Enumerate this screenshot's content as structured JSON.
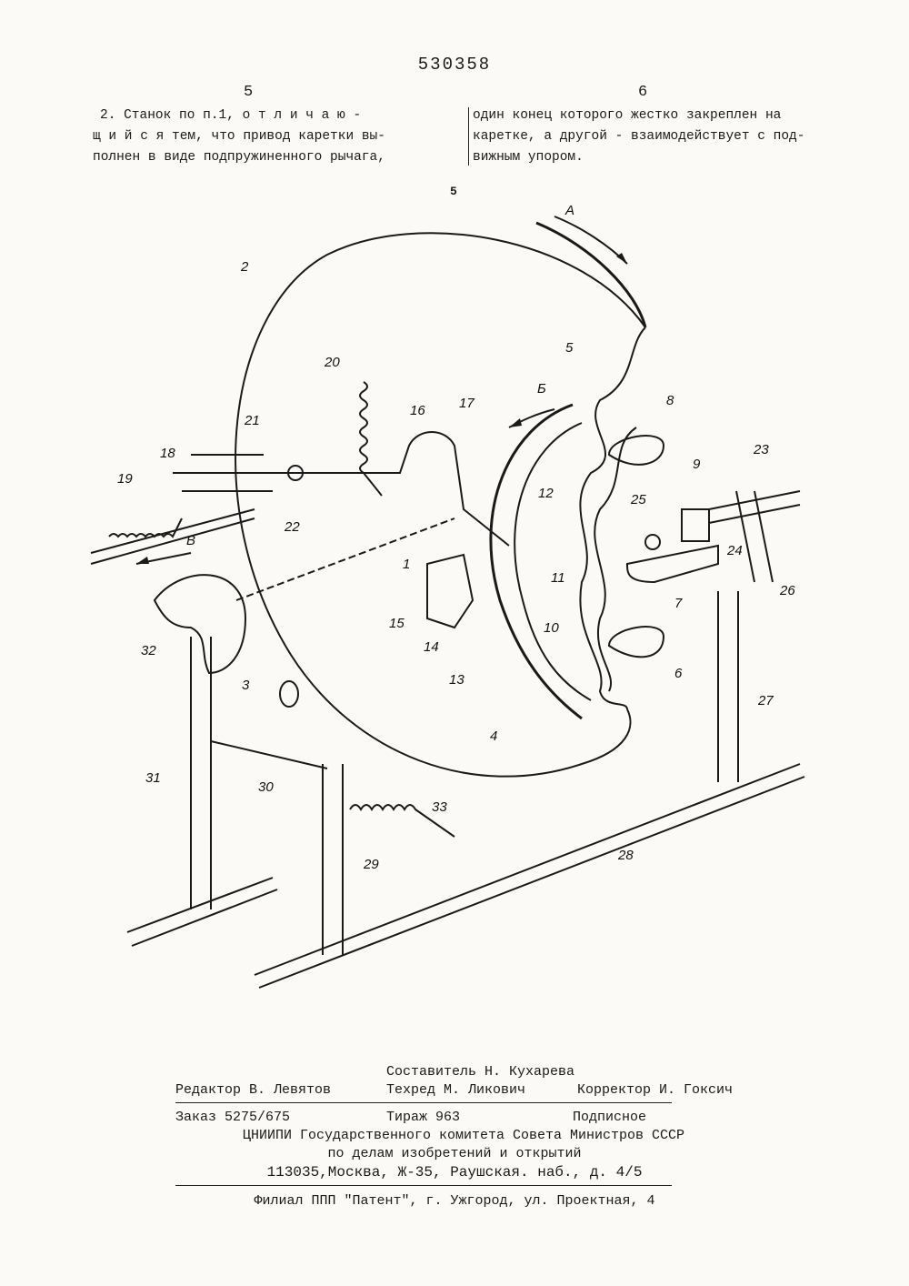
{
  "header": {
    "patent_number": "530358",
    "col_left": "5",
    "col_right": "6"
  },
  "claim": {
    "left_lines": [
      "2. Станок по п.1,  о т л и ч а ю -",
      "щ и й с я  тем,  что  привод каретки вы-",
      "полнен в виде подпружиненного рычага,"
    ],
    "right_lines": [
      "один конец которого жестко закреплен на",
      "каретке, а другой - взаимодействует с под-",
      "вижным упором."
    ]
  },
  "figure": {
    "caption": "5",
    "labels": [
      "1",
      "2",
      "3",
      "4",
      "5",
      "6",
      "7",
      "8",
      "9",
      "10",
      "11",
      "12",
      "13",
      "14",
      "15",
      "16",
      "17",
      "18",
      "19",
      "20",
      "21",
      "22",
      "23",
      "24",
      "25",
      "26",
      "27",
      "28",
      "29",
      "30",
      "31",
      "32",
      "33",
      "А",
      "Б",
      "В"
    ]
  },
  "credits": {
    "compiler": "Составитель Н. Кухарева",
    "editor": "Редактор В. Левятов",
    "techred": "Техред  М. Ликович",
    "corrector": "Корректор И. Гоксич",
    "order": "Заказ 5275/675",
    "circulation": "Тираж 963",
    "subscription": "Подписное",
    "org_line1": "ЦНИИПИ Государственного комитета Совета Министров СССР",
    "org_line2": "по делам изобретений и открытий",
    "address": "113035,Москва, Ж-35, Раушская. наб., д. 4/5",
    "branch": "Филиал ППП \"Патент\", г. Ужгород, ул. Проектная, 4"
  }
}
